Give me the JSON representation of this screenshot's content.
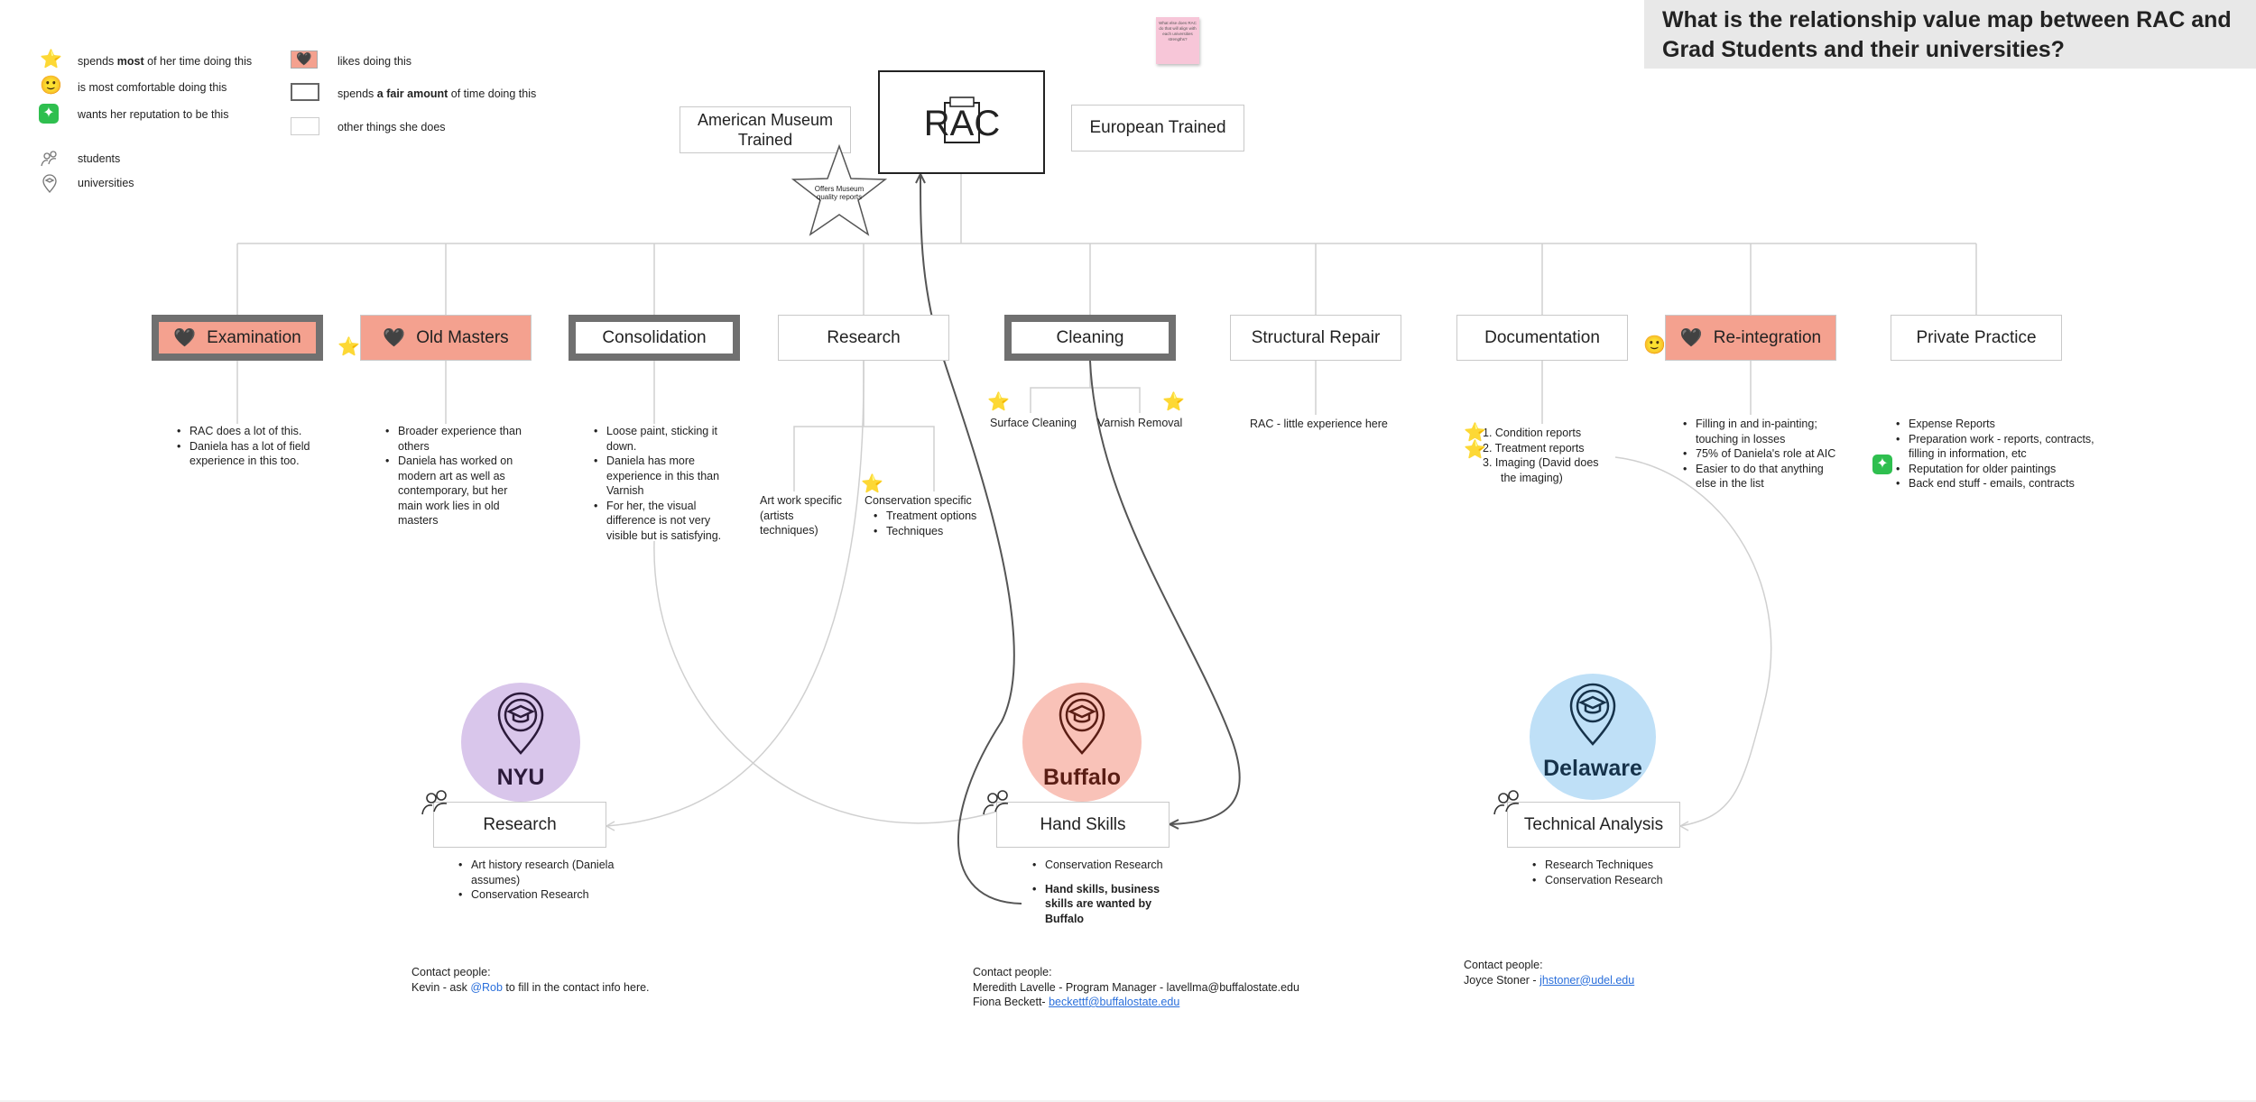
{
  "title": "What is the relationship value map between RAC and Grad Students and their universities?",
  "sticky_note": "What else does RAC do that will align with each universities strengths?",
  "legend": {
    "most_time_pre": "spends ",
    "most_time_bold": "most",
    "most_time_post": " of her time doing this",
    "comfortable": "is most comfortable doing this",
    "reputation": "wants her reputation to be this",
    "students": "students",
    "universities": "universities",
    "likes": "likes doing this",
    "fair_pre": "spends ",
    "fair_bold": "a fair amount",
    "fair_post": " of time doing this",
    "other": "other things she does"
  },
  "center": {
    "logo": "RAC",
    "american": "American Museum Trained",
    "european": "European Trained",
    "star_note": "Offers Museum quality reports"
  },
  "activities": [
    {
      "label": "Examination"
    },
    {
      "label": "Old Masters"
    },
    {
      "label": "Consolidation"
    },
    {
      "label": "Research"
    },
    {
      "label": "Cleaning"
    },
    {
      "label": "Structural Repair"
    },
    {
      "label": "Documentation"
    },
    {
      "label": "Re-integration"
    },
    {
      "label": "Private Practice"
    }
  ],
  "details": {
    "examination": [
      "RAC does a lot of this.",
      "Daniela has a lot of field experience in this too."
    ],
    "old_masters": [
      "Broader experience than others",
      "Daniela has worked on modern art as well as contemporary, but her main work lies in old masters"
    ],
    "consolidation": [
      "Loose paint, sticking it down.",
      "Daniela has more experience in this than Varnish",
      "For her, the visual difference is not very visible but is satisfying."
    ],
    "research_art": "Art work specific (artists techniques)",
    "research_cons_title": "Conservation specific",
    "research_cons": [
      "Treatment options",
      "Techniques"
    ],
    "surface_cleaning": "Surface Cleaning",
    "varnish_removal": "Varnish Removal",
    "structural": "RAC - little experience here",
    "documentation": [
      "1. Condition reports",
      "2. Treatment reports",
      "3. Imaging (David does the imaging)"
    ],
    "reintegration": [
      "Filling in and in-painting; touching in losses",
      "75% of Daniela's role at AIC",
      "Easier to do that anything else in the list"
    ],
    "private": [
      "Expense Reports",
      "Preparation work - reports, contracts, filling in information, etc",
      "Reputation for older paintings",
      "Back end stuff - emails, contracts"
    ]
  },
  "universities": [
    {
      "name": "NYU",
      "color": "#d9c6eb",
      "text_color": "#2b1a3a",
      "box": "Research",
      "bullets": [
        "Art history research (Daniela assumes)",
        "Conservation Research"
      ],
      "contact_label": "Contact people:",
      "contact_pre": "Kevin - ask ",
      "contact_mention": "@Rob",
      "contact_post": " to fill in the contact info here."
    },
    {
      "name": "Buffalo",
      "color": "#f9c2b8",
      "text_color": "#5a1d14",
      "box": "Hand Skills",
      "bullets": [
        "Conservation Research"
      ],
      "bold_bullet": "Hand skills, business skills are wanted by Buffalo",
      "contact_label": "Contact people:",
      "contact_line1": "Meredith Lavelle - Program Manager - lavellma@buffalostate.edu",
      "contact_line2_pre": "Fiona Beckett- ",
      "contact_line2_link": "beckettf@buffalostate.edu"
    },
    {
      "name": "Delaware",
      "color": "#bfe0f7",
      "text_color": "#16324a",
      "box": "Technical Analysis",
      "bullets": [
        "Research Techniques",
        "Conservation Research"
      ],
      "contact_label": "Contact people:",
      "contact_pre": "Joyce Stoner - ",
      "contact_link": "jhstoner@udel.edu"
    }
  ],
  "icons": {
    "star": "star-icon",
    "smile": "smile-icon",
    "sparkle": "sparkle-icon",
    "heart": "black-heart-icon",
    "students": "students-icon",
    "university": "university-pin-icon"
  }
}
